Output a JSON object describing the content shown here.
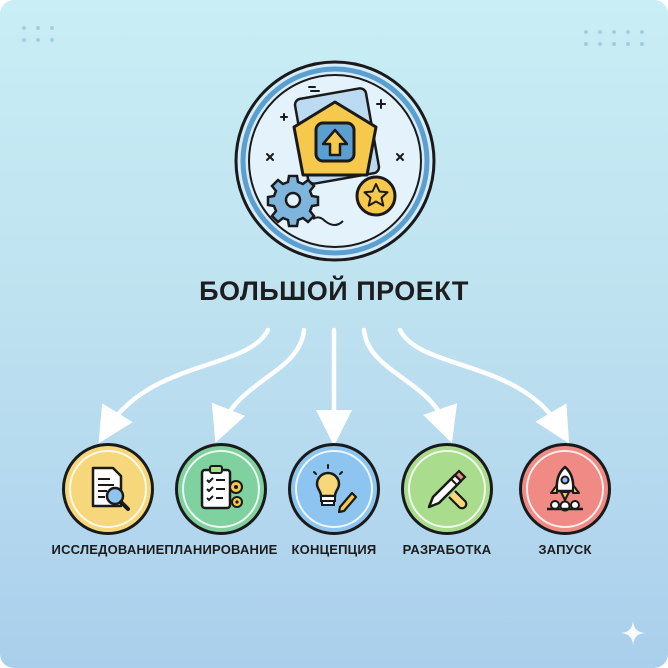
{
  "title": "БОЛЬШОЙ ПРОЕКТ",
  "stages": [
    {
      "label": "ИССЛЕДОВАНИЕ",
      "color": "#f6d77b",
      "icon": "document-magnifier-icon"
    },
    {
      "label": "ПЛАНИРОВАНИЕ",
      "color": "#7fd1a0",
      "icon": "checklist-gears-icon"
    },
    {
      "label": "КОНЦЕПЦИЯ",
      "color": "#8ec5f0",
      "icon": "lightbulb-pencil-icon"
    },
    {
      "label": "РАЗРАБОТКА",
      "color": "#a9dc8c",
      "icon": "pencil-wrench-icon"
    },
    {
      "label": "ЗАПУСК",
      "color": "#f08a85",
      "icon": "rocket-icon"
    }
  ],
  "colors": {
    "hero_fill": "#d6ecf9",
    "hero_ring": "#5a9fd0",
    "accent_yellow": "#f6c84c",
    "arrow": "#ffffff"
  }
}
